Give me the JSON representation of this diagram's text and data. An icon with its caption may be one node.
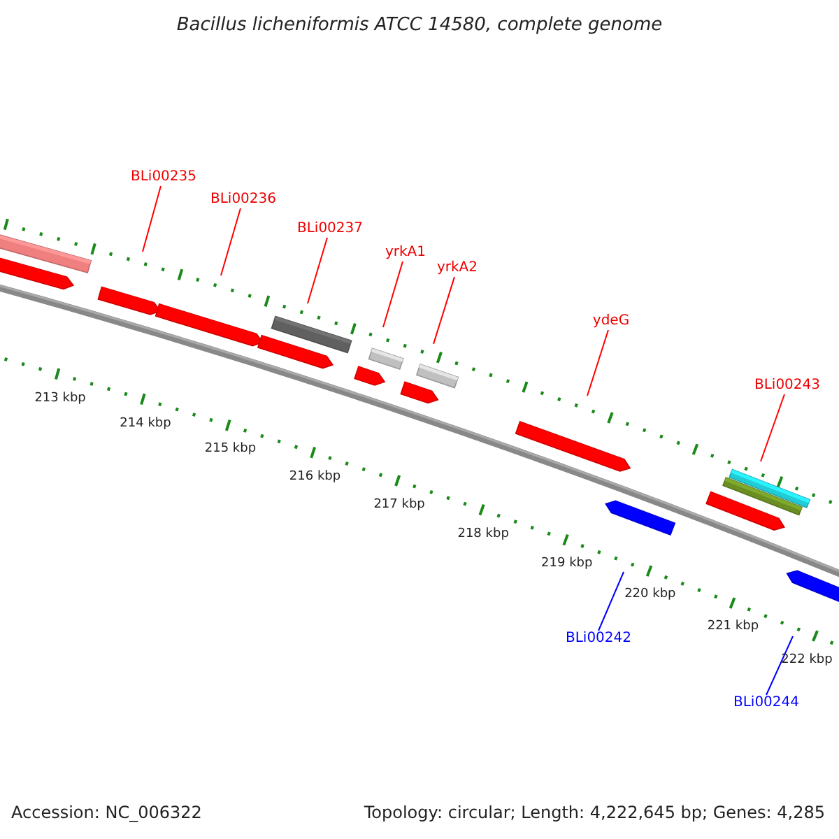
{
  "diagram": {
    "title": "Bacillus licheniformis ATCC 14580, complete genome",
    "nodes": [
      {
        "text": [
          "BLi00235"
        ]
      },
      {
        "text": [
          "BLi00236"
        ]
      },
      {
        "text": [
          "BLi00237"
        ]
      },
      {
        "text": [
          "yrkA1"
        ]
      },
      {
        "text": [
          "yrkA2"
        ]
      },
      {
        "text": [
          "ydeG"
        ]
      },
      {
        "text": [
          "BLi00243"
        ]
      },
      {
        "text": [
          "BLi00242"
        ]
      },
      {
        "text": [
          "BLi00244"
        ]
      }
    ],
    "edges": [
      {
        "from": 0,
        "to": null,
        "arrow": "none"
      },
      {
        "from": 1,
        "to": null,
        "arrow": "none"
      },
      {
        "from": 2,
        "to": null,
        "arrow": "none"
      },
      {
        "from": 3,
        "to": null,
        "arrow": "none"
      },
      {
        "from": 4,
        "to": null,
        "arrow": "none"
      },
      {
        "from": 5,
        "to": null,
        "arrow": "none"
      },
      {
        "from": 6,
        "to": null,
        "arrow": "none"
      },
      {
        "from": 7,
        "to": null,
        "arrow": "none",
        "color": "#0000ff"
      },
      {
        "from": 8,
        "to": null,
        "arrow": "none",
        "color": "#0000ff"
      }
    ],
    "labels": [
      "213 kbp",
      "214 kbp",
      "215 kbp",
      "216 kbp",
      "217 kbp",
      "218 kbp",
      "219 kbp",
      "220 kbp",
      "221 kbp",
      "222 kbp",
      "Accession: NC_006322",
      "Topology: circular; Length: 4,222,645 bp; Genes: 4,285"
    ]
  }
}
